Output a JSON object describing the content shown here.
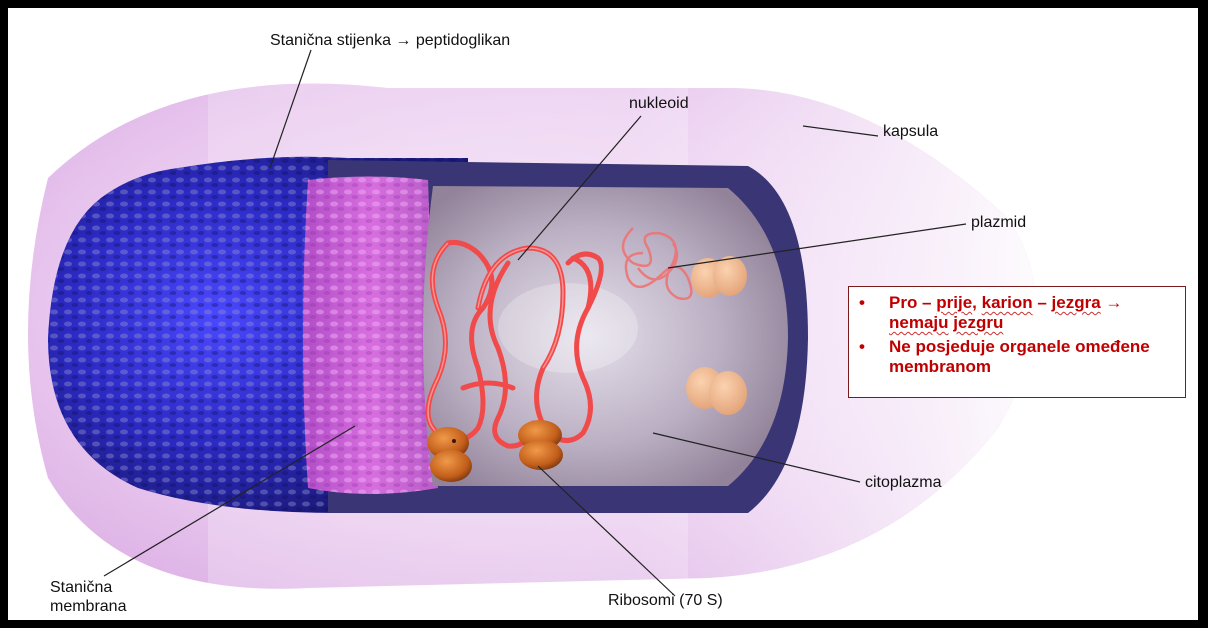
{
  "labels": {
    "stijenka": "Stanična stijenka",
    "stijenka_arrow": "→",
    "stijenka_target": "peptidoglikan",
    "nukleoid": "nukleoid",
    "kapsula": "kapsula",
    "plazmid": "plazmid",
    "citoplazma": "citoplazma",
    "membrana_line1": "Stanična",
    "membrana_line2": "membrana",
    "ribosomi": "Ribosomi (70 S)"
  },
  "infobox": {
    "bullet": "•",
    "item1": {
      "p1": "Pro – ",
      "p2": "prije",
      "p3": ", ",
      "p4": "karion",
      "p5": " – ",
      "p6": "jezgra",
      "p7": " → ",
      "p8": "nemaju",
      "p9": " ",
      "p10": "jezgru"
    },
    "item2": "Ne posjeduje organele omeđene membranom"
  },
  "colors": {
    "frame": "#000000",
    "capsule": "#e6c6ec",
    "cell_wall": "#2c2bd0",
    "membrane": "#cc5ed6",
    "nucleoid": "#ee4040",
    "ribosome": "#c46a22",
    "infobox_text": "#c00000"
  }
}
